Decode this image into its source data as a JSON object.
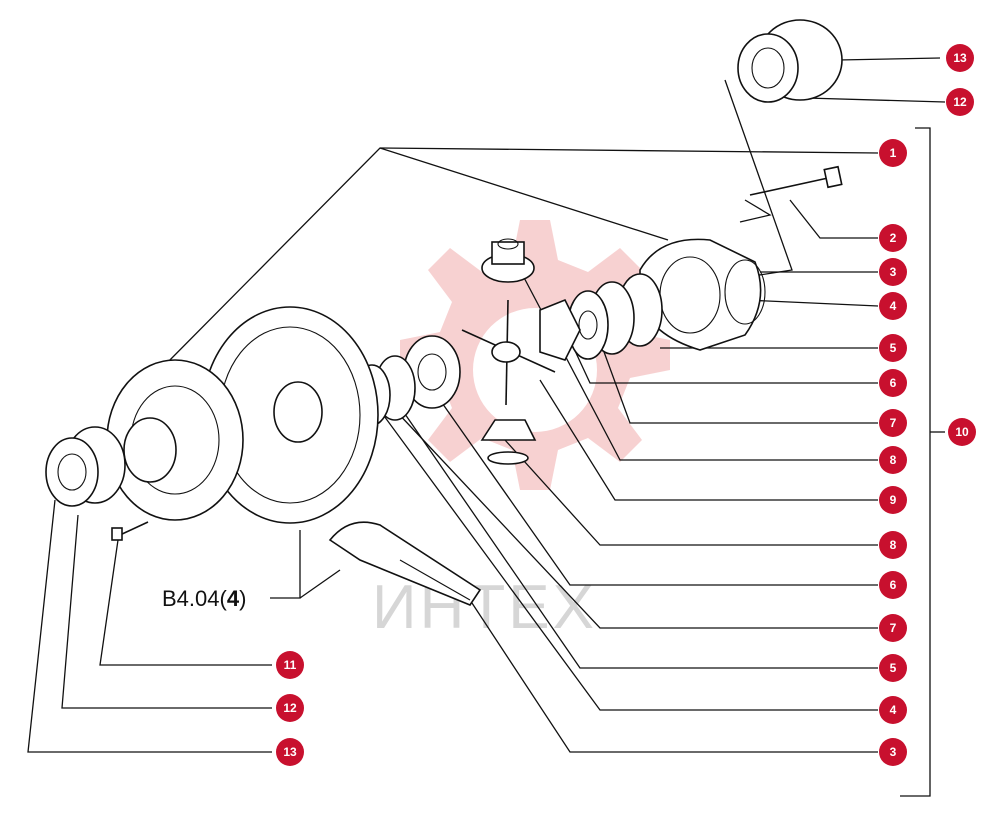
{
  "diagram": {
    "watermark": {
      "text": "ИНТЕХ",
      "color": "#f6c9c9"
    },
    "reference_label": {
      "prefix": "B4.04(",
      "number": "4",
      "suffix": ")"
    },
    "callout_color": "#c8102e",
    "callouts": [
      {
        "id": "c13-top",
        "num": "13"
      },
      {
        "id": "c12-top",
        "num": "12"
      },
      {
        "id": "c1",
        "num": "1"
      },
      {
        "id": "c2",
        "num": "2"
      },
      {
        "id": "c3a",
        "num": "3"
      },
      {
        "id": "c4a",
        "num": "4"
      },
      {
        "id": "c5a",
        "num": "5"
      },
      {
        "id": "c6a",
        "num": "6"
      },
      {
        "id": "c7a",
        "num": "7"
      },
      {
        "id": "c8a",
        "num": "8"
      },
      {
        "id": "c9",
        "num": "9"
      },
      {
        "id": "c8b",
        "num": "8"
      },
      {
        "id": "c6b",
        "num": "6"
      },
      {
        "id": "c7b",
        "num": "7"
      },
      {
        "id": "c5b",
        "num": "5"
      },
      {
        "id": "c4b",
        "num": "4"
      },
      {
        "id": "c3b",
        "num": "3"
      },
      {
        "id": "c10",
        "num": "10"
      },
      {
        "id": "c11",
        "num": "11"
      },
      {
        "id": "c12-bot",
        "num": "12"
      },
      {
        "id": "c13-bot",
        "num": "13"
      }
    ]
  }
}
